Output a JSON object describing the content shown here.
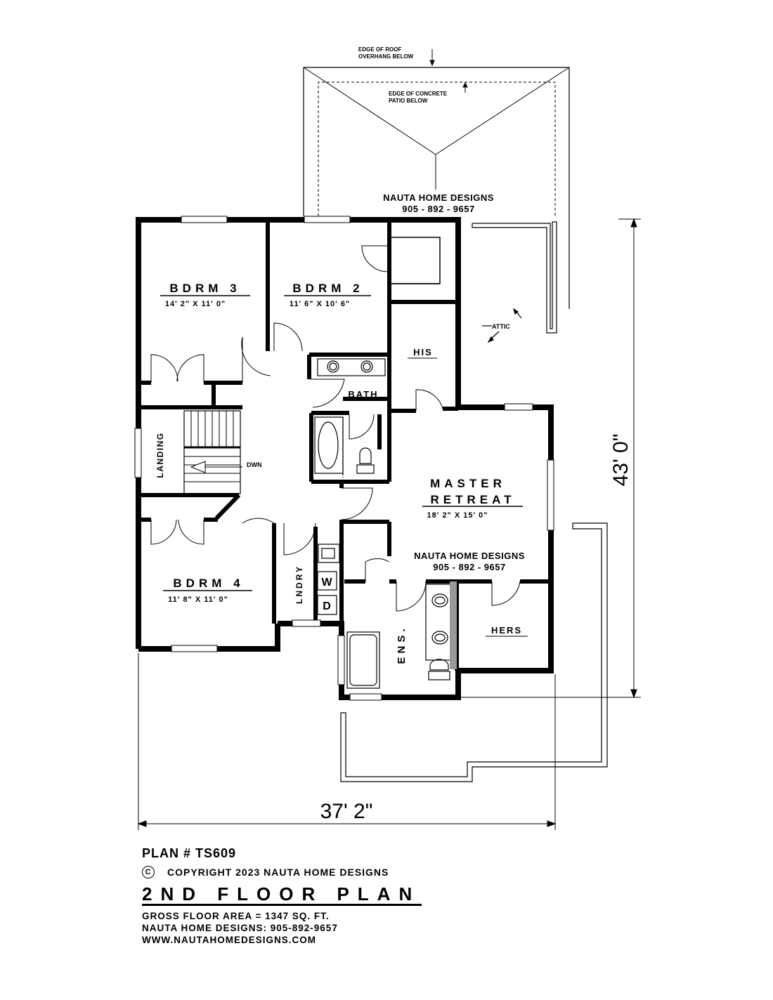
{
  "rooms": {
    "bdrm3": {
      "name": "BDRM 3",
      "size": "14' 2\" X 11' 0\""
    },
    "bdrm2": {
      "name": "BDRM 2",
      "size": "11' 6\" X 10' 6\""
    },
    "bdrm4": {
      "name": "BDRM 4",
      "size": "11' 8\" X 11' 0\""
    },
    "master": {
      "name_line1": "MASTER",
      "name_line2": "RETREAT",
      "size": "18' 2\" X 15' 0\""
    },
    "bath": "BATH",
    "his": "HIS",
    "hers": "HERS",
    "ens": "ENS.",
    "laundry": "LNDRY",
    "landing": "LANDING",
    "washer": "W",
    "dryer": "D"
  },
  "notes": {
    "roof_line1": "EDGE OF ROOF",
    "roof_line2": "OVERHANG BELOW",
    "patio_line1": "EDGE OF CONCRETE",
    "patio_line2": "PATIO BELOW",
    "attic": "ATTIC",
    "down": "DWN"
  },
  "watermarks": {
    "top": {
      "name": "NAUTA HOME DESIGNS",
      "phone": "905 - 892 - 9657"
    },
    "middle": {
      "name": "NAUTA HOME DESIGNS",
      "phone": "905 - 892 - 9657"
    }
  },
  "dimensions": {
    "width": "37' 2\"",
    "depth": "43' 0\""
  },
  "title_block": {
    "plan_number": "PLAN # TS609",
    "copyright_symbol": "C",
    "copyright": "COPYRIGHT 2023 NAUTA HOME DESIGNS",
    "title": "2ND FLOOR PLAN",
    "gross_area": "GROSS  FLOOR AREA  =  1347  SQ. FT.",
    "contact": "NAUTA HOME DESIGNS:  905-892-9657",
    "website": "WWW.NAUTAHOMEDESIGNS.COM"
  }
}
